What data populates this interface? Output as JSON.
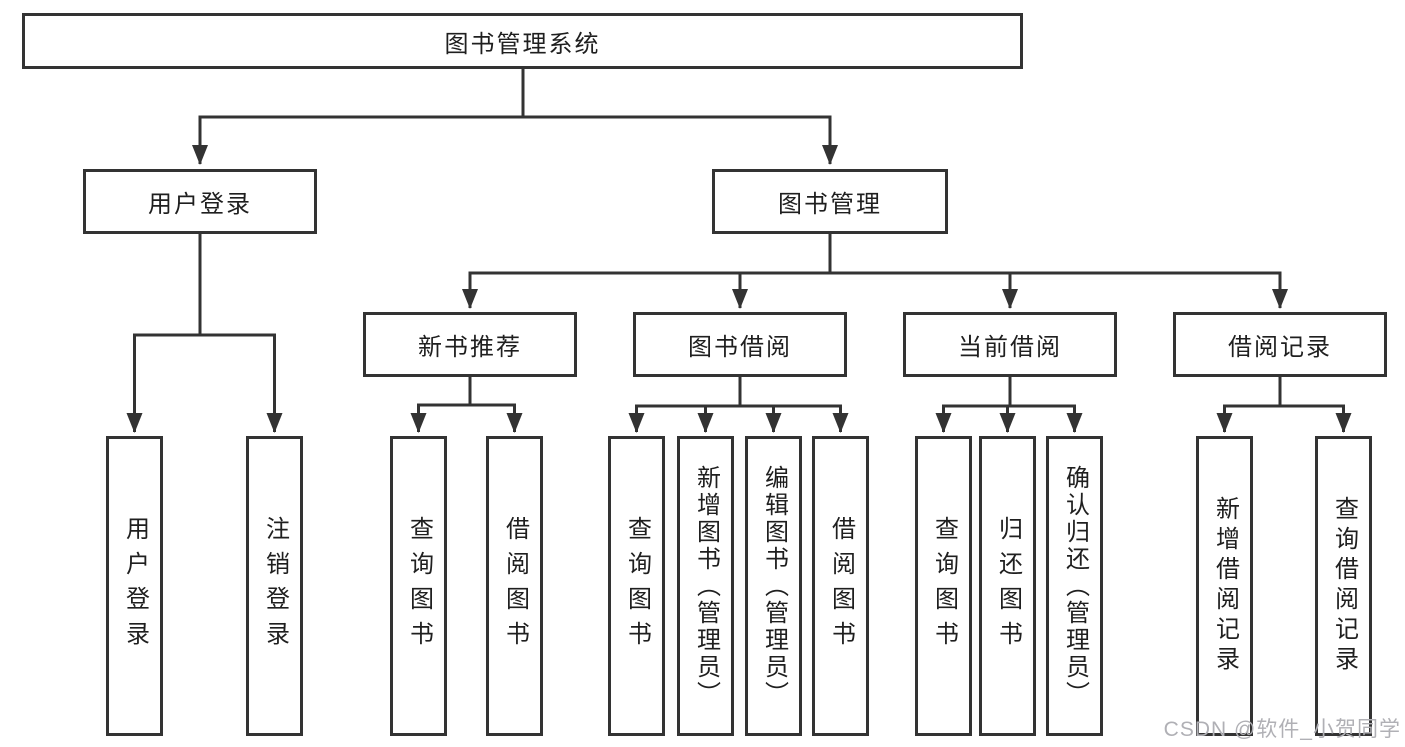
{
  "colors": {
    "line": "#333333",
    "box_border": "#333333",
    "box_fill": "#ffffff",
    "text": "#1f1f1f",
    "watermark": "#b0b0b5"
  },
  "watermark": "CSDN @软件_小贺同学",
  "tree": {
    "root": {
      "label": "图书管理系统"
    },
    "children": [
      {
        "label": "用户登录",
        "children": [
          {
            "label": "用户登录"
          },
          {
            "label": "注销登录"
          }
        ]
      },
      {
        "label": "图书管理",
        "children": [
          {
            "label": "新书推荐",
            "children": [
              {
                "label": "查询图书"
              },
              {
                "label": "借阅图书"
              }
            ]
          },
          {
            "label": "图书借阅",
            "children": [
              {
                "label": "查询图书"
              },
              {
                "label": "新增图书（管理员）"
              },
              {
                "label": "编辑图书（管理员）"
              },
              {
                "label": "借阅图书"
              }
            ]
          },
          {
            "label": "当前借阅",
            "children": [
              {
                "label": "查询图书"
              },
              {
                "label": "归还图书"
              },
              {
                "label": "确认归还（管理员）"
              }
            ]
          },
          {
            "label": "借阅记录",
            "children": [
              {
                "label": "新增借阅记录"
              },
              {
                "label": "查询借阅记录"
              }
            ]
          }
        ]
      }
    ]
  }
}
